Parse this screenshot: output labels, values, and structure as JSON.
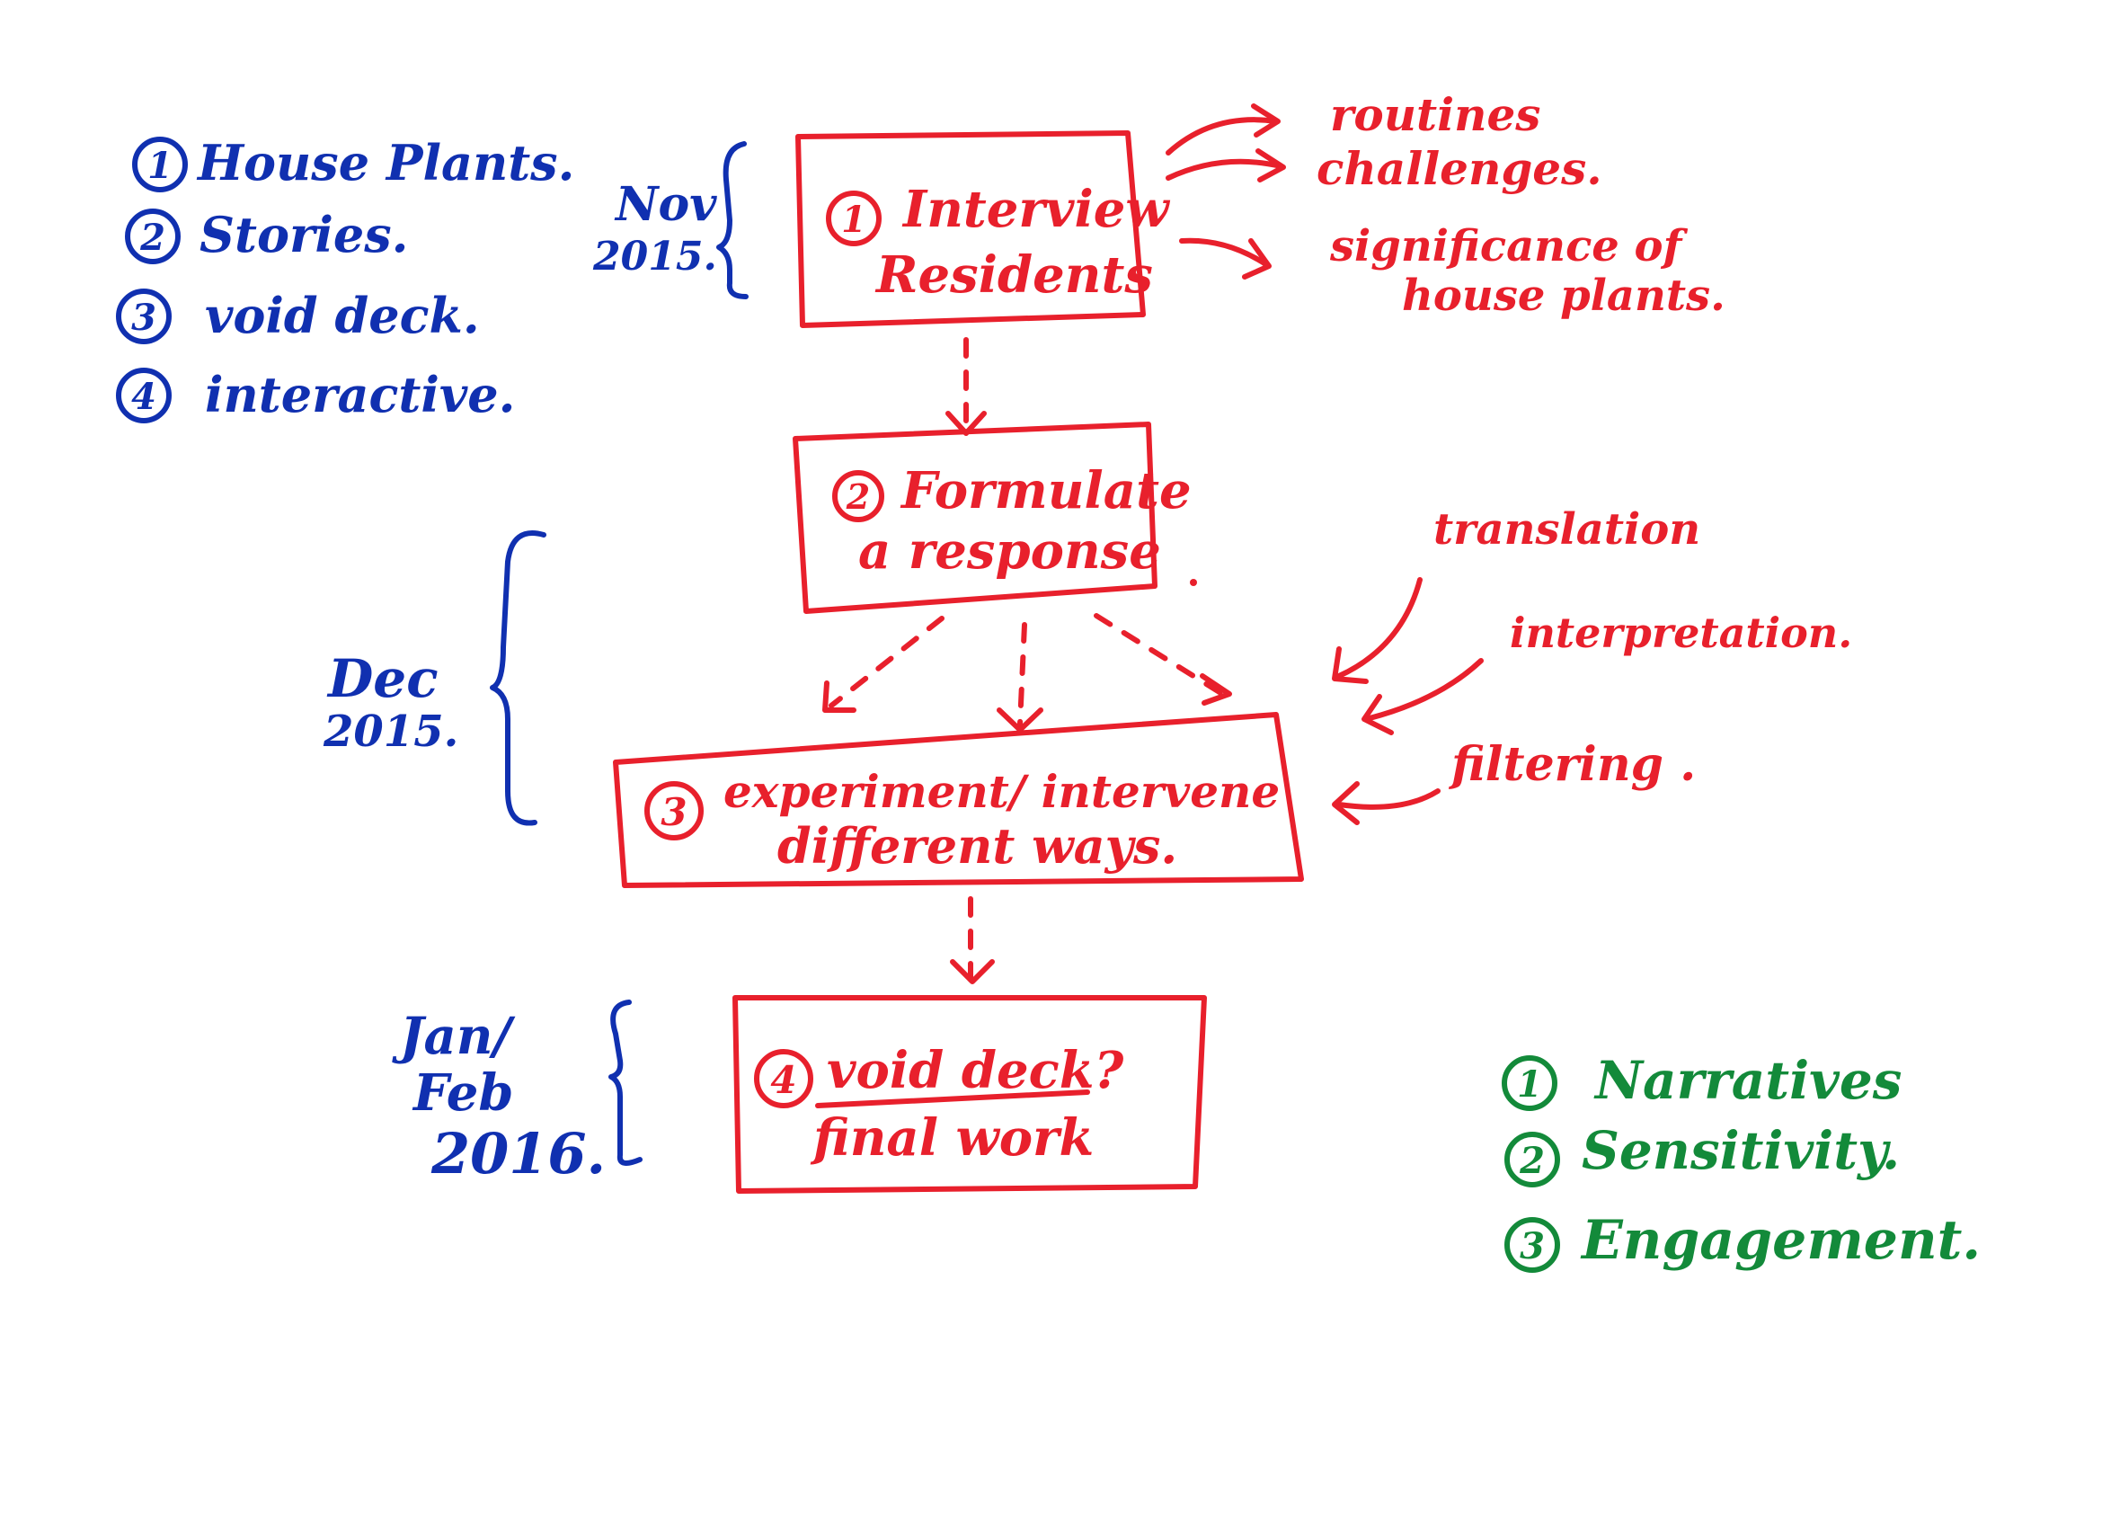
{
  "legend_left": [
    {
      "num": "1",
      "text": "House Plants."
    },
    {
      "num": "2",
      "text": "Stories."
    },
    {
      "num": "3",
      "text": "void deck."
    },
    {
      "num": "4",
      "text": "interactive."
    }
  ],
  "timeline": {
    "phase1": [
      "Nov",
      "2015."
    ],
    "phase2": [
      "Dec",
      "2015."
    ],
    "phase3": [
      "Jan/",
      "Feb",
      "2016."
    ]
  },
  "steps": [
    {
      "num": "1",
      "lines": [
        "Interview",
        "Residents"
      ]
    },
    {
      "num": "2",
      "lines": [
        "Formulate",
        "a response"
      ]
    },
    {
      "num": "3",
      "lines": [
        "experiment/ intervene",
        "different ways."
      ]
    },
    {
      "num": "4",
      "lines": [
        "void deck?",
        "final work"
      ]
    }
  ],
  "interview_outcomes": [
    "routines",
    "challenges.",
    "significance of",
    "house plants."
  ],
  "methods": [
    "translation",
    "interpretation.",
    "filtering ."
  ],
  "legend_right": [
    {
      "num": "1",
      "text": "Narratives"
    },
    {
      "num": "2",
      "text": "Sensitivity."
    },
    {
      "num": "3",
      "text": "Engagement."
    }
  ],
  "colors": {
    "blue": "#1030b0",
    "red": "#e8202c",
    "green": "#138a3a"
  }
}
